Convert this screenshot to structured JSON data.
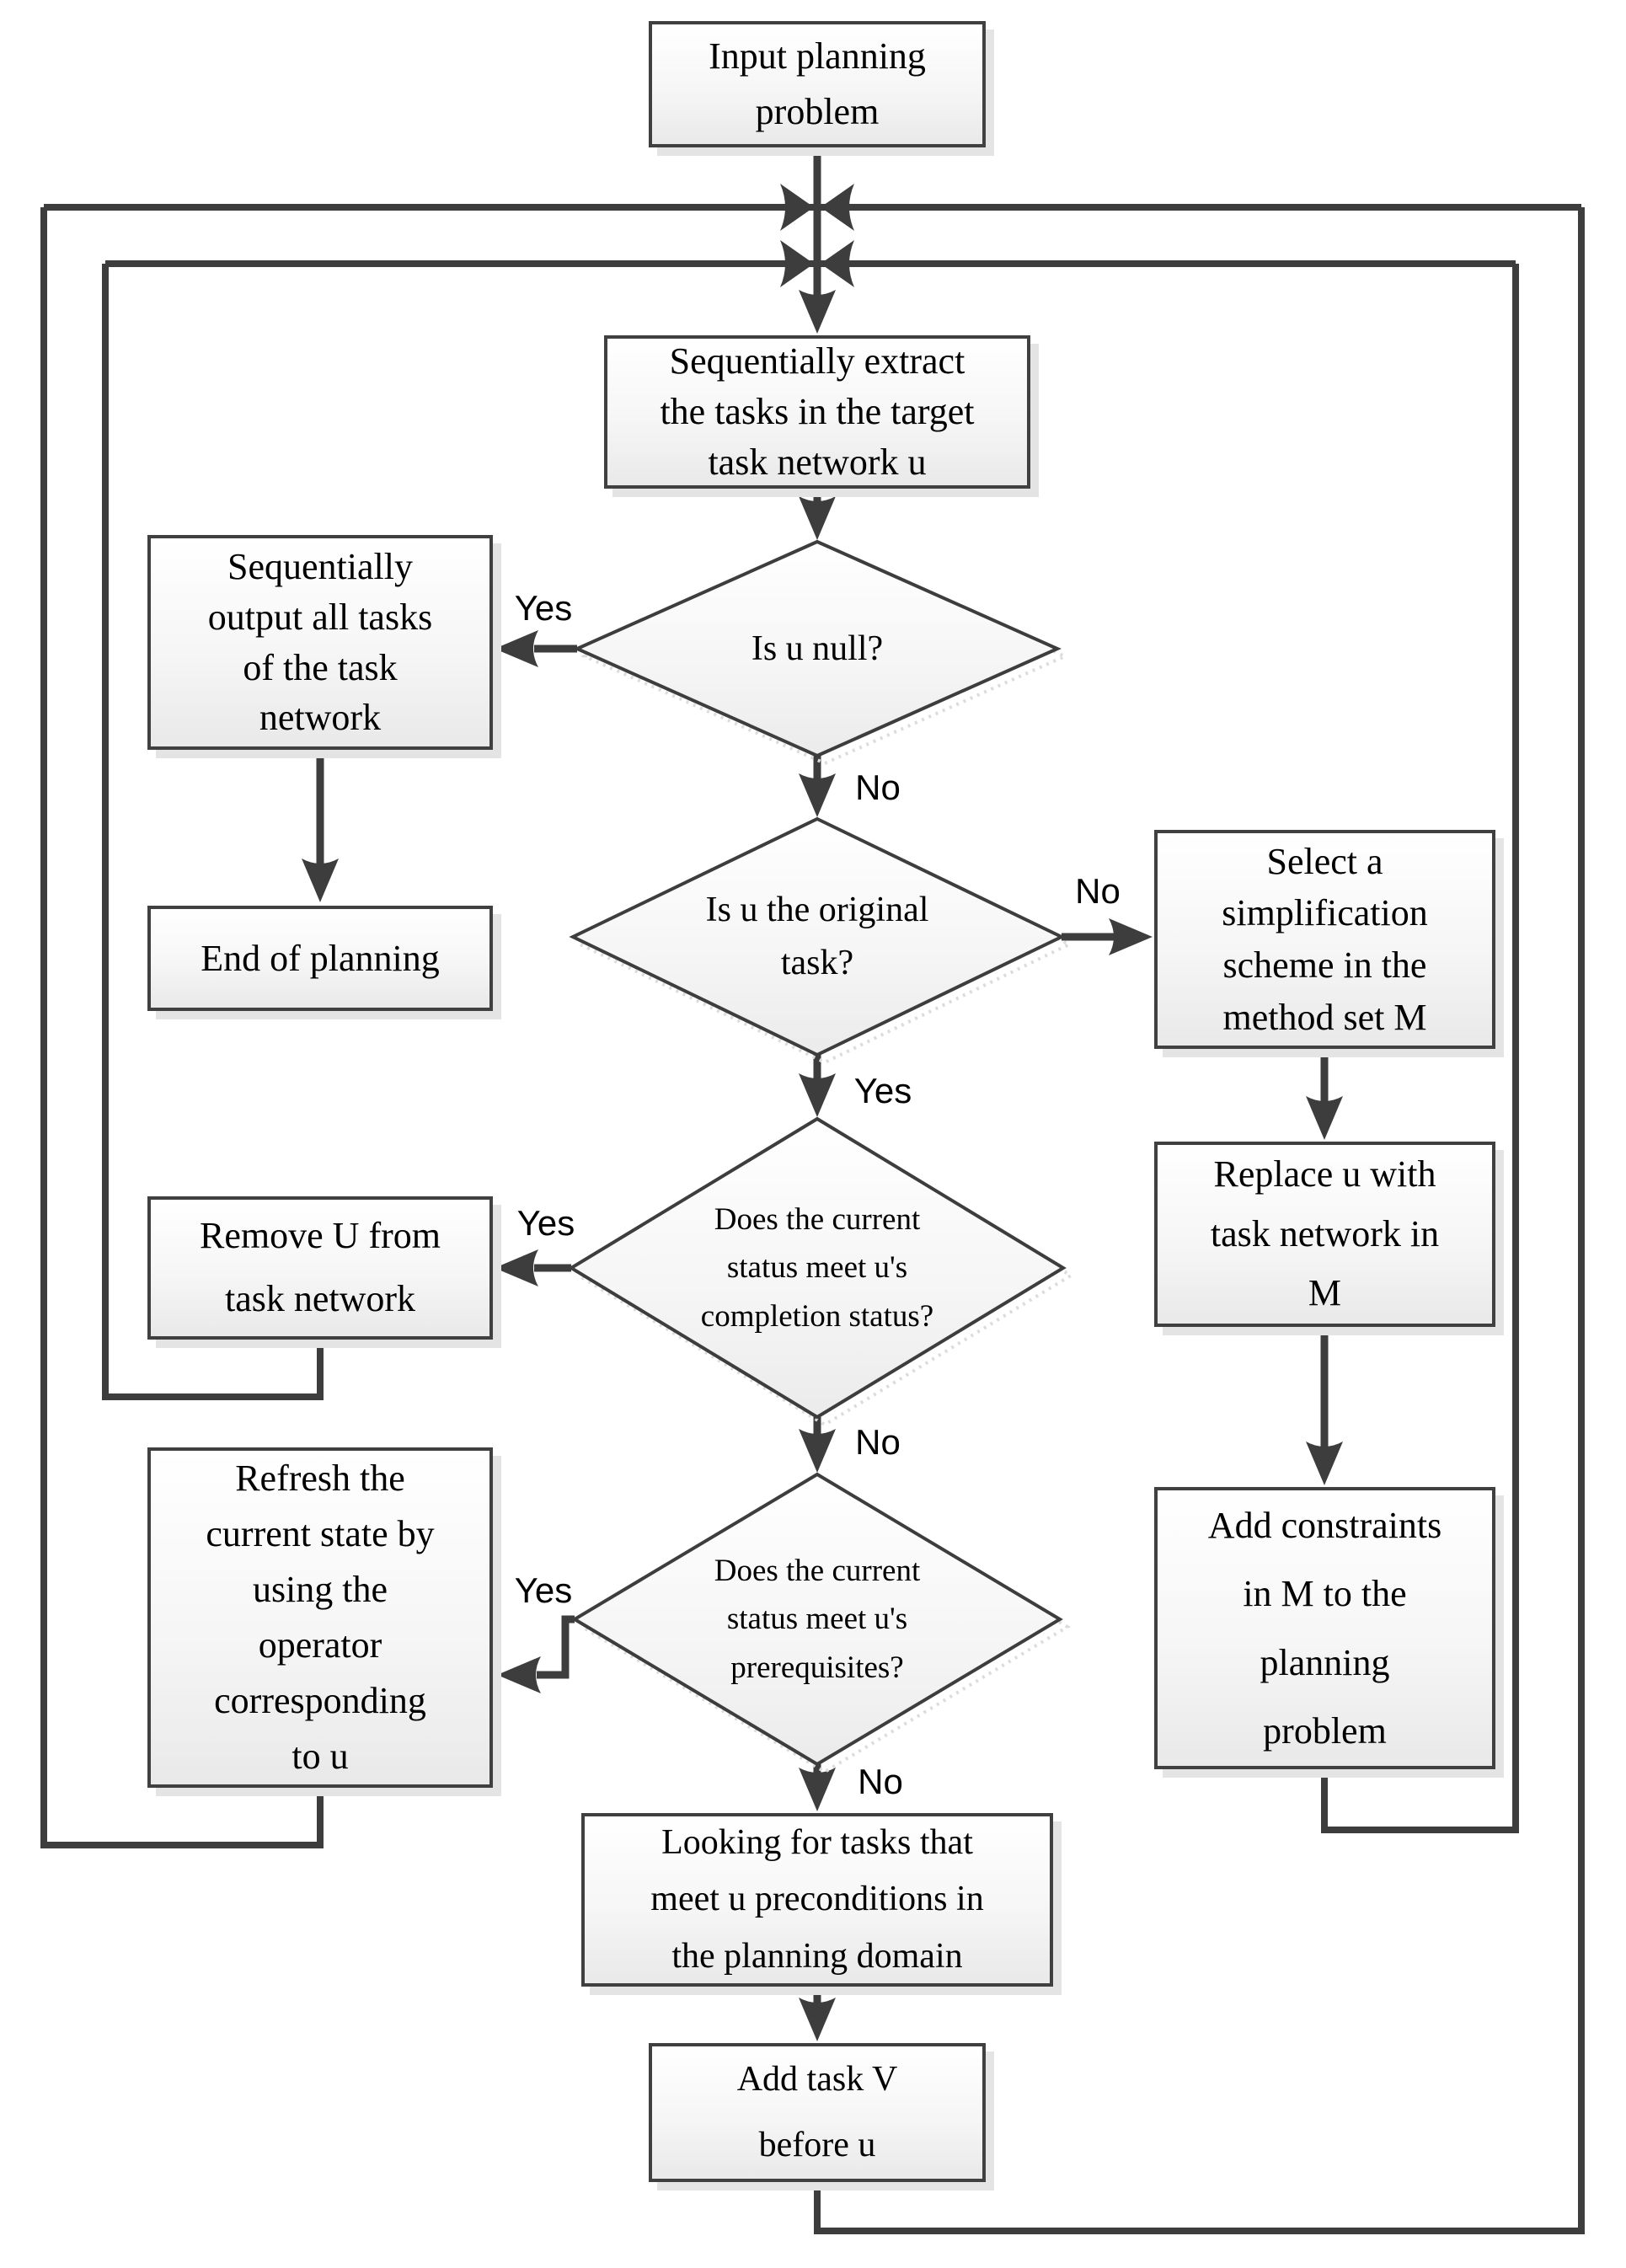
{
  "theme": {
    "line_color": "#3d3d3d",
    "border_color": "#404040",
    "box_fill_top": "#ffffff",
    "box_fill_bottom": "#e9e9e9",
    "shadow_color": "#e4e4e4",
    "text_color": "#000000",
    "background": "#ffffff"
  },
  "flowchart": {
    "nodes": {
      "input": "Input planning\nproblem",
      "extract": "Sequentially extract\nthe tasks in the target\ntask network u",
      "is_null": "Is u null?",
      "output_all": "Sequentially\noutput all tasks\nof the task\nnetwork",
      "end_planning": "End of planning",
      "is_original": "Is u the original\ntask?",
      "select_scheme": "Select a\nsimplification\nscheme in the\nmethod set M",
      "replace_u": "Replace u with\ntask network in\nM",
      "add_constraints": "Add constraints\nin M to the\nplanning\nproblem",
      "meet_completion": "Does the current\nstatus meet u's\ncompletion status?",
      "remove_u": "Remove U from\ntask network",
      "meet_prerequisites": "Does the current\nstatus meet u's\nprerequisites?",
      "refresh_state": "Refresh the\ncurrent state by\nusing the\noperator\ncorresponding\nto u",
      "looking_tasks": "Looking for tasks that\nmeet u preconditions in\nthe planning domain",
      "add_task_v": "Add task V\nbefore u"
    },
    "edge_labels": {
      "is_null_yes": "Yes",
      "is_null_no": "No",
      "is_original_no": "No",
      "is_original_yes": "Yes",
      "completion_yes": "Yes",
      "completion_no": "No",
      "prerequisites_yes": "Yes",
      "prerequisites_no": "No"
    }
  }
}
